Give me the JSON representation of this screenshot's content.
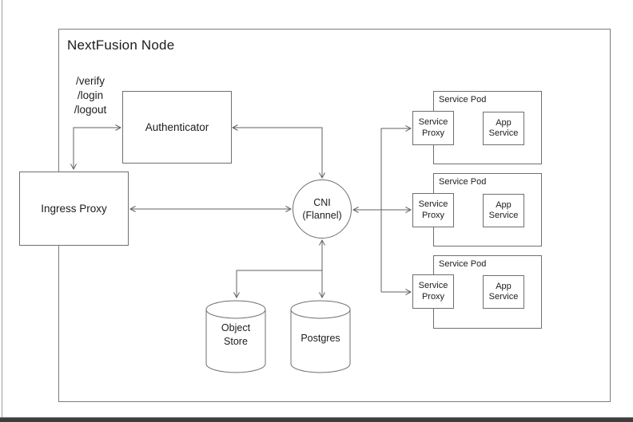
{
  "colors": {
    "connector_line": "#616161",
    "box_border": "#6f6f6f",
    "container_border": "#7c7c7c",
    "frame_border": "#9e9e9e",
    "bottom_bar": "#3e3e3e",
    "text": "#1c1c1c",
    "background": "#ffffff"
  },
  "diagram": {
    "title": "NextFusion Node",
    "routes": "/verify\n/login\n/logout",
    "ingress": {
      "label": "Ingress Proxy"
    },
    "authenticator": {
      "label": "Authenticator"
    },
    "cni": {
      "label": "CNI\n(Flannel)"
    },
    "object_store": {
      "label": "Object\nStore"
    },
    "postgres": {
      "label": "Postgres"
    },
    "pods": [
      {
        "label": "Service Pod",
        "proxy": "Service\nProxy",
        "app": "App\nService"
      },
      {
        "label": "Service Pod",
        "proxy": "Service\nProxy",
        "app": "App\nService"
      },
      {
        "label": "Service Pod",
        "proxy": "Service\nProxy",
        "app": "App\nService"
      }
    ]
  }
}
